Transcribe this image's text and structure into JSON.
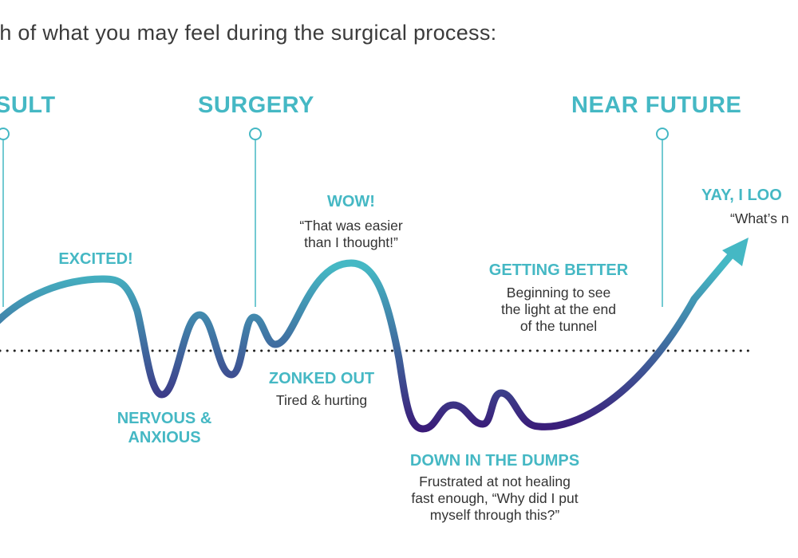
{
  "title": "ph of what you may feel during the surgical process:",
  "colors": {
    "accent": "#45b8c4",
    "curve_top": "#45b8c4",
    "curve_bottom": "#3a1a78",
    "text": "#333333",
    "baseline": "#222222"
  },
  "phases": {
    "consult": "SULT",
    "surgery": "SURGERY",
    "near_future": "NEAR FUTURE"
  },
  "emotions": {
    "excited": {
      "label": "EXCITED!"
    },
    "nervous": {
      "label_line1": "NERVOUS &",
      "label_line2": "ANXIOUS"
    },
    "zonked": {
      "label": "ZONKED OUT",
      "desc": "Tired & hurting"
    },
    "wow": {
      "label": "WOW!",
      "quote_line1": "“That was easier",
      "quote_line2": "than I thought!”"
    },
    "dumps": {
      "label": "DOWN IN THE DUMPS",
      "desc_line1": "Frustrated at not healing",
      "desc_line2": "fast enough, “Why did I put",
      "desc_line3": "myself through this?”"
    },
    "better": {
      "label": "GETTING BETTER",
      "desc_line1": "Beginning to see",
      "desc_line2": "the light at the end",
      "desc_line3": "of the tunnel"
    },
    "yay": {
      "label": "YAY, I LOO",
      "quote": "“What’s n"
    }
  },
  "icons": {
    "marker": "circle-marker-icon",
    "arrow": "arrow-head-icon"
  }
}
